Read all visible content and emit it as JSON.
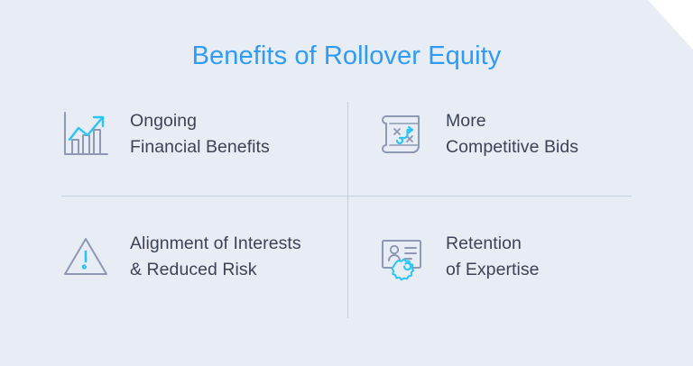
{
  "colors": {
    "background": "#e8ecf5",
    "outside": "#ffffff",
    "title": "#2e9bf5",
    "label": "#3d4357",
    "divider": "#c3cde3",
    "icon_accent": "#29c5f6",
    "icon_muted": "#8e98b5"
  },
  "header": {
    "title": "Benefits of Rollover Equity"
  },
  "benefits": [
    {
      "icon": "growth-bar-chart-icon",
      "label": "Ongoing\nFinancial Benefits",
      "position": "top-left"
    },
    {
      "icon": "strategy-blueprint-icon",
      "label": "More\nCompetitive Bids",
      "position": "top-right"
    },
    {
      "icon": "warning-triangle-icon",
      "label": "Alignment of Interests\n& Reduced Risk",
      "position": "bottom-left"
    },
    {
      "icon": "certificate-badge-icon",
      "label": "Retention\nof Expertise",
      "position": "bottom-right"
    }
  ]
}
